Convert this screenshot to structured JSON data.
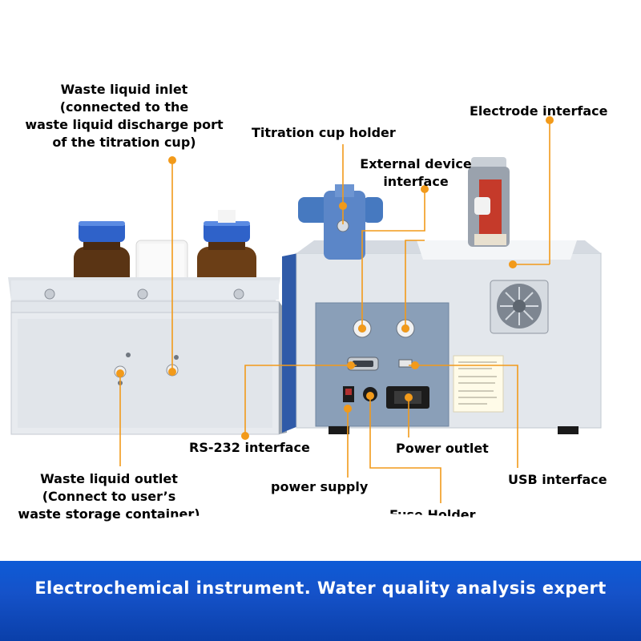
{
  "labels": {
    "waste_inlet": [
      "Waste liquid inlet",
      "(connected to the",
      "waste liquid discharge port",
      "of the titration cup)"
    ],
    "titration_cup_holder": "Titration cup holder",
    "electrode_interface": "Electrode interface",
    "external_device": [
      "External device",
      "interface"
    ],
    "rs232": "RS-232 interface",
    "power_outlet": "Power outlet",
    "waste_outlet": [
      "Waste liquid outlet",
      "(Connect to user’s",
      "waste storage container)"
    ],
    "power_supply": "power supply",
    "usb": "USB interface",
    "fuse_holder": "Fuse Holder"
  },
  "tagline": "Electrochemical instrument. Water quality analysis expert",
  "colors": {
    "leader": "#f29a1a",
    "banner": "#1552c9",
    "device_body": "#e4e8ee",
    "device_blue": "#3b6fb7"
  }
}
